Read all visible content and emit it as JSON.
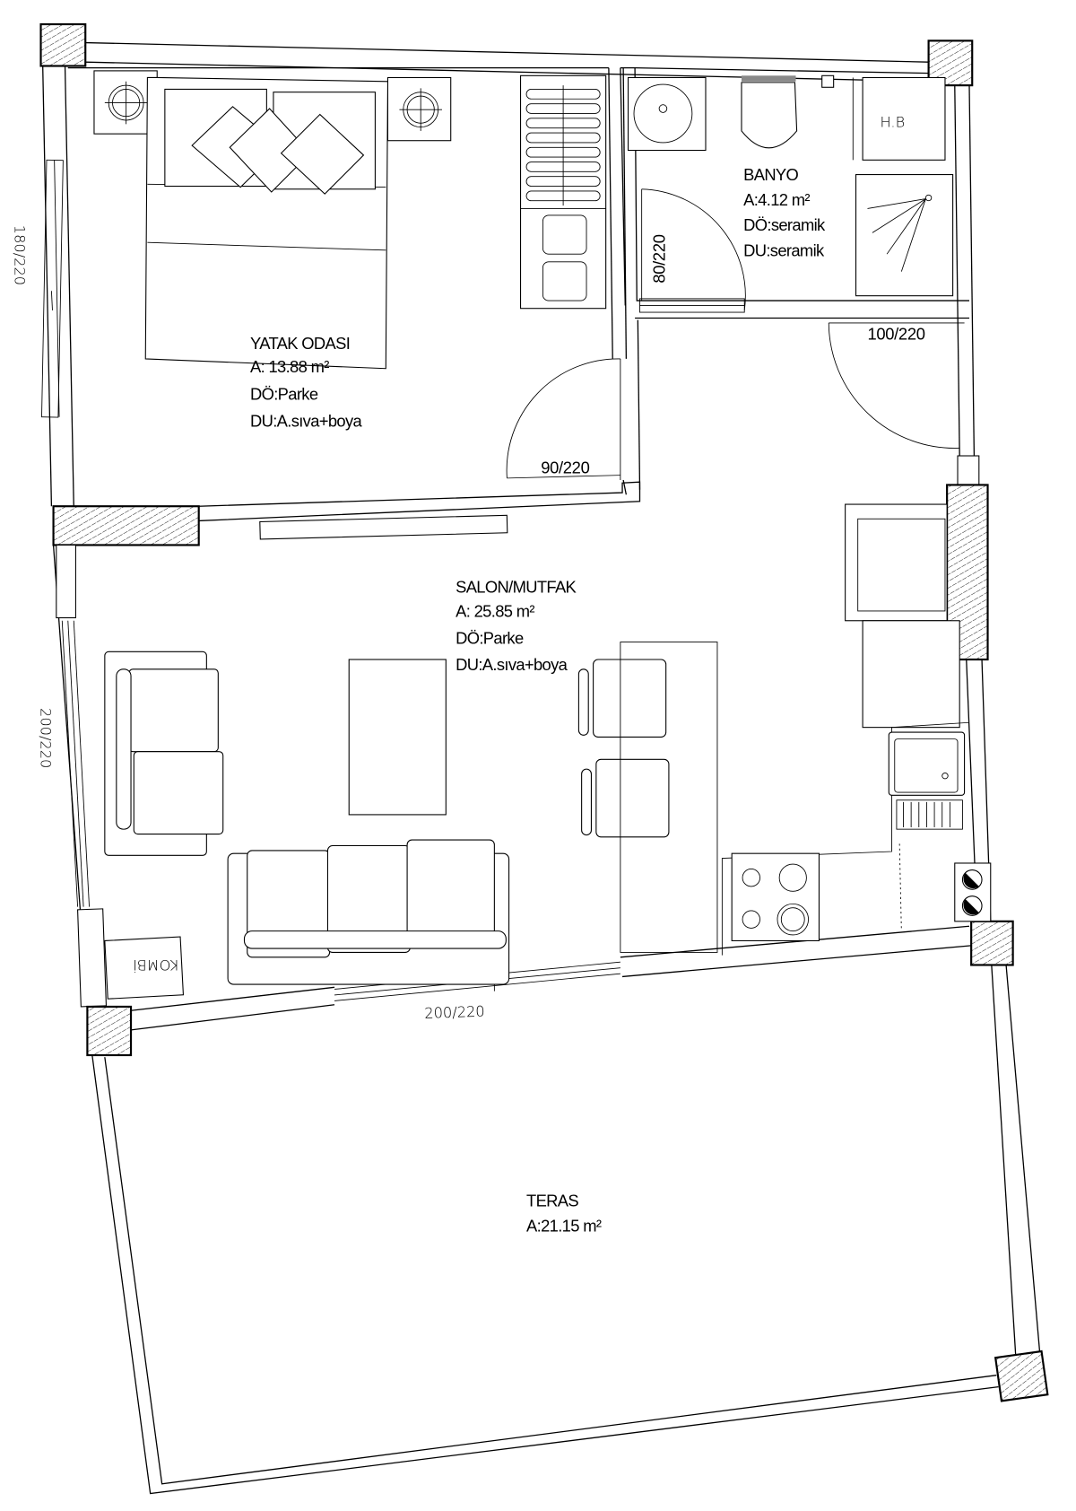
{
  "rooms": {
    "bedroom": {
      "name": "YATAK ODASI",
      "area": "A: 13.88 m²",
      "floor": "DÖ:Parke",
      "wall": "DU:A.sıva+boya"
    },
    "bathroom": {
      "name": "BANYO",
      "area": "A:4.12 m²",
      "floor": "DÖ:seramik",
      "wall": "DU:seramik"
    },
    "living": {
      "name": "SALON/MUTFAK",
      "area": "A: 25.85 m²",
      "floor": "DÖ:Parke",
      "wall": "DU:A.sıva+boya"
    },
    "terrace": {
      "name": "TERAS",
      "area": "A:21.15 m²"
    }
  },
  "labels": {
    "water_heater": "H.B",
    "boiler": "KOMBİ"
  },
  "dimensions": {
    "bedroom_window": "180/220",
    "living_window": "200/220",
    "terrace_door": "200/220",
    "bedroom_door": "90/220",
    "bathroom_door": "80/220",
    "entry_door": "100/220"
  }
}
